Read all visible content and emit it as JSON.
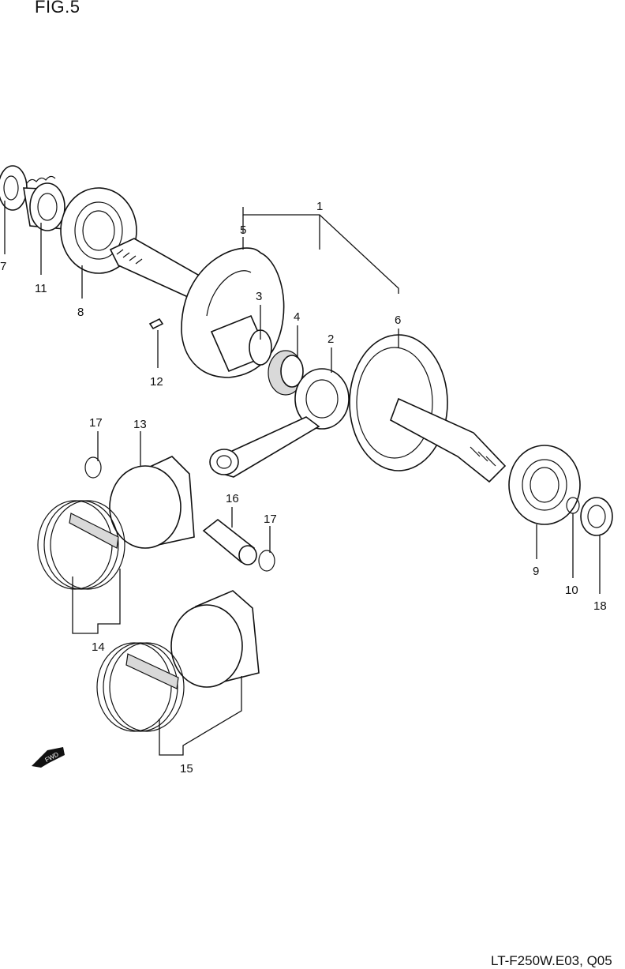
{
  "figure": {
    "title": "FIG.5",
    "code": "LT-F250W.E03, Q05"
  },
  "callouts": {
    "c1": "1",
    "c2": "2",
    "c3": "3",
    "c4": "4",
    "c5": "5",
    "c6": "6",
    "c7": "7",
    "c8": "8",
    "c9": "9",
    "c10": "10",
    "c11": "11",
    "c12": "12",
    "c13": "13",
    "c14": "14",
    "c15": "15",
    "c16": "16",
    "c17a": "17",
    "c17b": "17",
    "c18": "18"
  },
  "fwd_arrow": {
    "label": "FWD",
    "icon": "fwd-arrow-icon"
  }
}
